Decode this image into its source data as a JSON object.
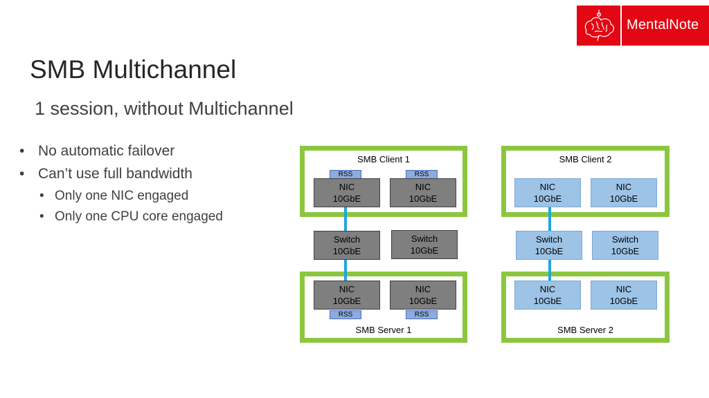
{
  "logo": {
    "brand": "MentalNote"
  },
  "title": "SMB Multichannel",
  "subtitle": "1 session, without Multichannel",
  "bullets": [
    {
      "level": 1,
      "text": "No automatic failover"
    },
    {
      "level": 1,
      "text": "Can’t use full bandwidth"
    },
    {
      "level": 2,
      "text": "Only one NIC engaged"
    },
    {
      "level": 2,
      "text": "Only one CPU core engaged"
    }
  ],
  "diagram": {
    "left": {
      "client_label": "SMB Client 1",
      "server_label": "SMB Server 1",
      "rss": "RSS",
      "nic": [
        "NIC",
        "10GbE"
      ],
      "switch": [
        "Switch",
        "10GbE"
      ]
    },
    "right": {
      "client_label": "SMB Client 2",
      "server_label": "SMB Server 2",
      "nic": [
        "NIC",
        "10GbE"
      ],
      "switch": [
        "Switch",
        "10GbE"
      ]
    }
  },
  "colors": {
    "frame": "#8cc63f",
    "link": "#1ea7e0",
    "gray_box": "#7f7f7f",
    "blue_box": "#9dc3e6",
    "rss": "#8faadc",
    "logo": "#e30613"
  }
}
